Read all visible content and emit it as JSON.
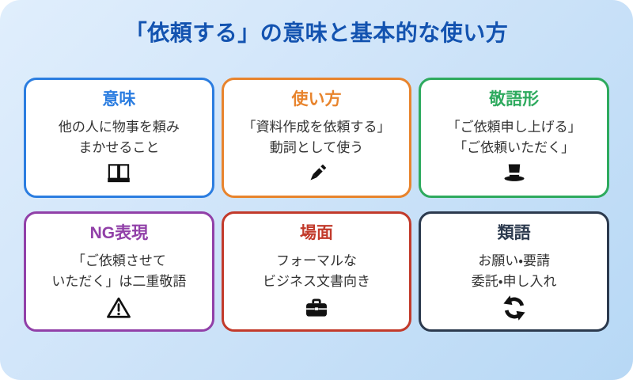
{
  "page": {
    "title": "「依頼する」の意味と基本的な使い方",
    "colors": {
      "background_gradient_start": "#e0eefc",
      "background_gradient_end": "#b7d8f5",
      "title_text": "#1353b0",
      "card_background": "#ffffff",
      "body_text": "#333333",
      "icon": "#111111"
    }
  },
  "cards": [
    {
      "label": "意味",
      "lines": [
        "他の人に物事を頼み",
        "まかせること"
      ],
      "icon": "open-book-icon",
      "accent": "#2b7de0"
    },
    {
      "label": "使い方",
      "lines": [
        "「資料作成を依頼する」",
        "動詞として使う"
      ],
      "icon": "pencil-icon",
      "accent": "#e8842d"
    },
    {
      "label": "敬語形",
      "lines": [
        "「ご依頼申し上げる」",
        "「ご依頼いただく」"
      ],
      "icon": "top-hat-icon",
      "accent": "#2eaa5e"
    },
    {
      "label": "NG表現",
      "lines": [
        "「ご依頼させて",
        "いただく」は二重敬語"
      ],
      "icon": "warning-icon",
      "accent": "#9140a8"
    },
    {
      "label": "場面",
      "lines": [
        "フォーマルな",
        "ビジネス文書向き"
      ],
      "icon": "briefcase-icon",
      "accent": "#c23a2b"
    },
    {
      "label": "類語",
      "lines": [
        "お願い・要請",
        "委託・申し入れ"
      ],
      "icon": "cycle-arrows-icon",
      "accent": "#2c3a4e"
    }
  ]
}
